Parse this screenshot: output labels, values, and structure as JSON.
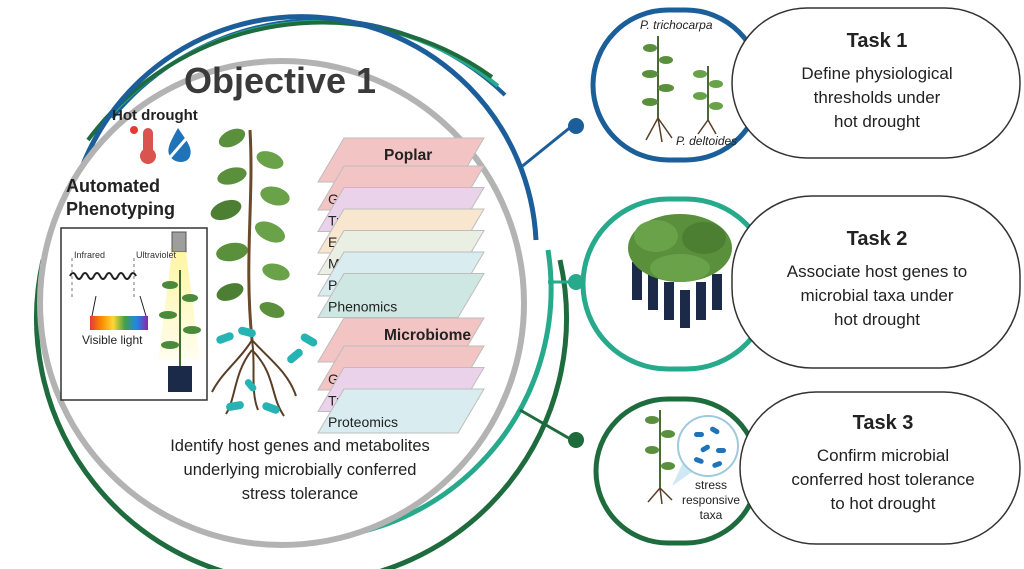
{
  "objective": {
    "title": "Objective 1",
    "hot_drought": "Hot drought",
    "automated_phenotyping": "Automated Phenotyping",
    "infrared": "Infrared",
    "ultraviolet": "Ultraviolet",
    "visible_light": "Visible light",
    "caption": "Identify host genes and metabolites underlying microbially conferred stress tolerance"
  },
  "poplar_stack": {
    "header": "Poplar",
    "layers": [
      "Genomics",
      "Transcriptomics",
      "Epigenomics",
      "Metabolomics",
      "Proteomics",
      "Phenomics"
    ],
    "colors": [
      "#f2c4c4",
      "#ead3ea",
      "#f8e6cf",
      "#e9efe3",
      "#d9ecef",
      "#cfe7e2"
    ]
  },
  "microbiome_stack": {
    "header": "Microbiome",
    "layers": [
      "Genomics",
      "Transcriptomics",
      "Proteomics"
    ],
    "colors": [
      "#f2c4c4",
      "#ead3ea",
      "#d9ecef"
    ]
  },
  "tasks": [
    {
      "title": "Task 1",
      "desc_lines": [
        "Define physiological",
        "thresholds under",
        "hot drought"
      ],
      "accent": "#1b5e9a"
    },
    {
      "title": "Task 2",
      "desc_lines": [
        "Associate host genes to",
        "microbial taxa under",
        "hot drought"
      ],
      "accent": "#27a98b"
    },
    {
      "title": "Task 3",
      "desc_lines": [
        "Confirm microbial",
        "conferred host tolerance",
        "to hot drought"
      ],
      "accent": "#1e6b3d"
    }
  ],
  "species": {
    "trichocarpa": "P. trichocarpa",
    "deltoides": "P. deltoides"
  },
  "stress_taxa": [
    "stress",
    "responsive",
    "taxa"
  ],
  "colors": {
    "blue": "#1b5e9a",
    "teal": "#27a98b",
    "dark_green": "#1e6b3d",
    "gray": "#9a9a9a",
    "microbe": "#26b3b3"
  }
}
